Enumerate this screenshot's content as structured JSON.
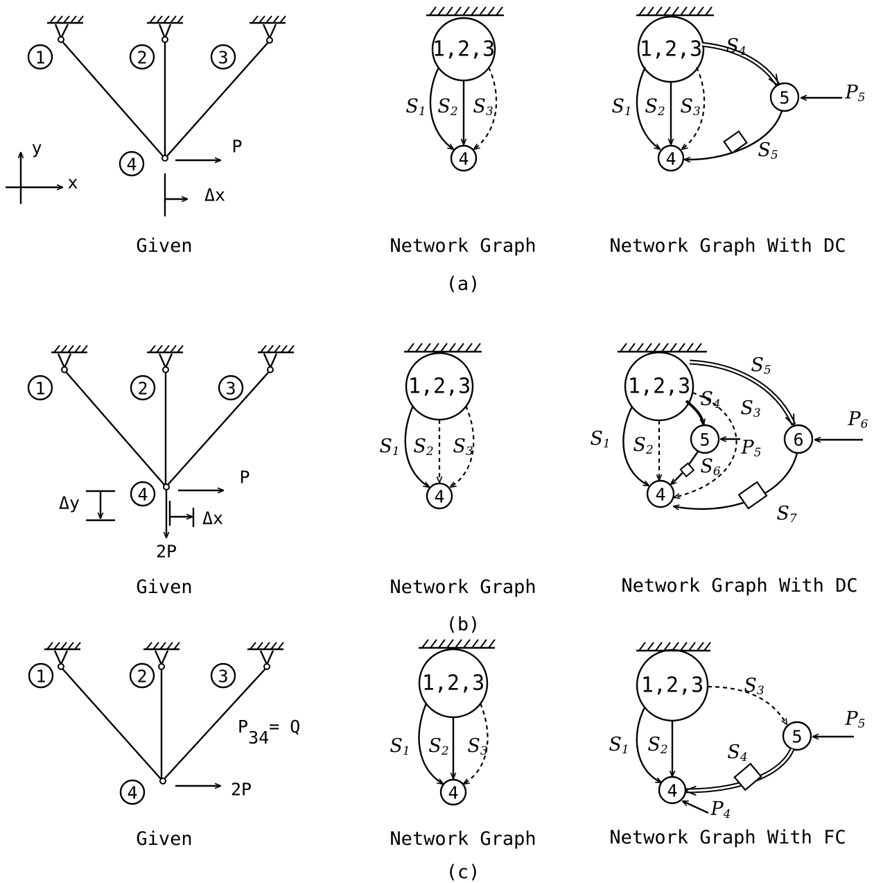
{
  "captions": {
    "given": "Given",
    "network_graph": "Network Graph",
    "with_dc": "Network Graph With DC",
    "with_fc": "Network Graph With FC",
    "a": "(a)",
    "b": "(b)",
    "c": "(c)"
  },
  "nodes": {
    "n1": "1",
    "n2": "2",
    "n3": "3",
    "n4": "4",
    "n5": "5",
    "n6": "6",
    "ground": "1,2,3"
  },
  "labels": {
    "P": "P",
    "2P": "2P",
    "dx": "Δx",
    "dy": "Δy",
    "x": "x",
    "y": "y",
    "p34_main": "P",
    "p34_sub": "34",
    "p34_rest": "= Q",
    "S": "S",
    "s1": "1",
    "s2": "2",
    "s3": "3",
    "s4": "4",
    "s5": "5",
    "s6": "6",
    "s7": "7",
    "P4sub": "4",
    "P5sub": "5",
    "P6sub": "6"
  }
}
